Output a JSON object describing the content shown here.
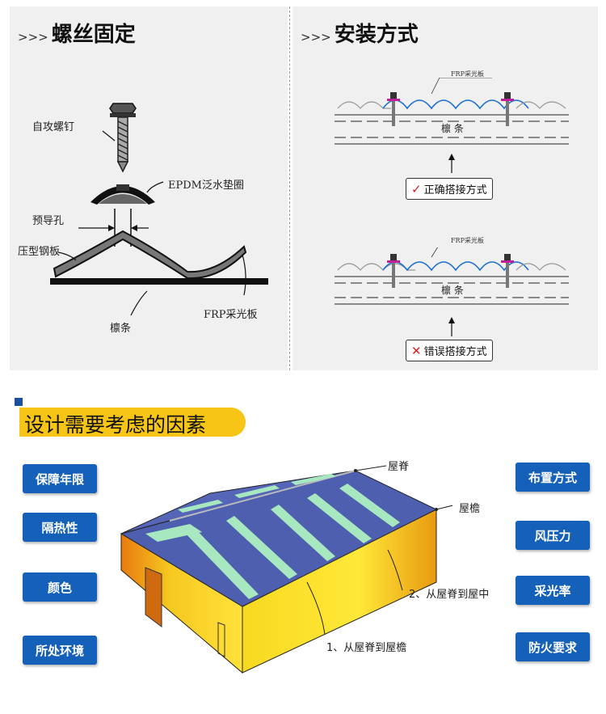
{
  "screw_section": {
    "arrows": ">>>",
    "title": "螺丝固定",
    "labels": {
      "screw": "自攻螺钉",
      "washer": "EPDM泛水垫圈",
      "pilot_hole": "预导孔",
      "steel_sheet": "压型钢板",
      "purlin": "檩条",
      "frp": "FRP采光板"
    }
  },
  "install_section": {
    "arrows": ">>>",
    "title": "安装方式",
    "frp_label_top": "FRP采光板",
    "purlin_label_top": "檩    条",
    "correct_mark": "✓",
    "correct_label": "正确搭接方式",
    "frp_label_bottom": "FRP采光板",
    "purlin_label_bottom": "檩    条",
    "wrong_mark": "✕",
    "wrong_label": "错误搭接方式"
  },
  "design_section": {
    "title": "设计需要考虑的因素",
    "left_factors": [
      "保障年限",
      "隔热性",
      "颜色",
      "所处环境"
    ],
    "right_factors": [
      "布置方式",
      "风压力",
      "采光率",
      "防火要求"
    ],
    "building_labels": {
      "ridge": "屋脊",
      "eave": "屋檐",
      "ridge_to_middle": "2、从屋脊到屋中",
      "ridge_to_eave": "1、从屋脊到屋檐"
    }
  }
}
